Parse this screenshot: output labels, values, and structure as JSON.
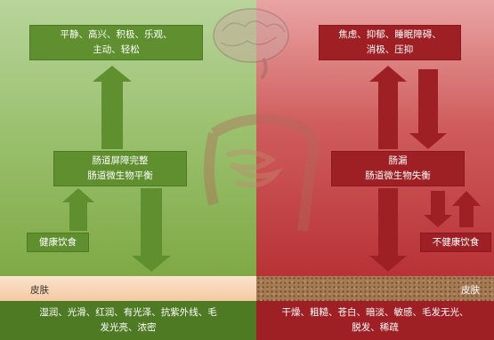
{
  "left": {
    "emotions": [
      "平静、高兴、积极、乐观、",
      "主动、轻松"
    ],
    "gut": [
      "肠道屏障完整",
      "肠道微生物平衡"
    ],
    "diet": "健康饮食",
    "skin_label": "皮肤",
    "skin_effects": [
      "湿润、光滑、红润、有光泽、抗紫外线、毛",
      "发光亮、浓密"
    ]
  },
  "right": {
    "emotions": [
      "焦虑、抑郁、睡眠障碍、",
      "消极、压抑"
    ],
    "gut": [
      "肠漏",
      "肠道微生物失衡"
    ],
    "diet": "不健康饮食",
    "skin_label": "皮肤",
    "skin_effects": [
      "干燥、粗糙、苍白、暗淡、敏感、毛发无光、",
      "脱发、稀疏"
    ]
  },
  "colors": {
    "green_box": "#5f8f2f",
    "green_arrow": "#5f8f2f",
    "red_box": "#9e2024",
    "red_arrow": "#9e2024"
  },
  "icons": [
    "brain-illustration",
    "intestine-illustration"
  ]
}
